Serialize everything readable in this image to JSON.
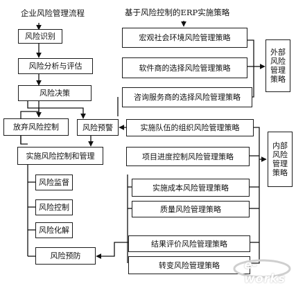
{
  "left_column": {
    "title": "企业风险管理流程",
    "identify": "风险识别",
    "analyze": "风险分析与评估",
    "decide": "风险决策",
    "abandon": "放弃风险控制",
    "warning": "风险预警",
    "implement": "实施风险控制和管理",
    "monitor": "风险监督",
    "control": "风险控制",
    "resolve": "风险化解",
    "prevent": "风险预防"
  },
  "right_column": {
    "title": "基于风险控制的ERP实施策略",
    "macro": "宏观社会环境风险管理策略",
    "vendor": "软件商的选择风险管理策略",
    "consult": "咨询服务商的选择风险管理策略",
    "team": "实施队伍的组织风险管理策略",
    "progress": "项目进度控制风险管理策略",
    "cost": "实施成本风险管理策略",
    "quality": "质量风险管理策略",
    "evaluation": "结果评价风险管理策略",
    "transition": "转变风险管理策略"
  },
  "side_labels": {
    "external": "外部风险管理策略",
    "internal": "内部风险管理策略"
  },
  "watermark": {
    "text": "e-works"
  }
}
